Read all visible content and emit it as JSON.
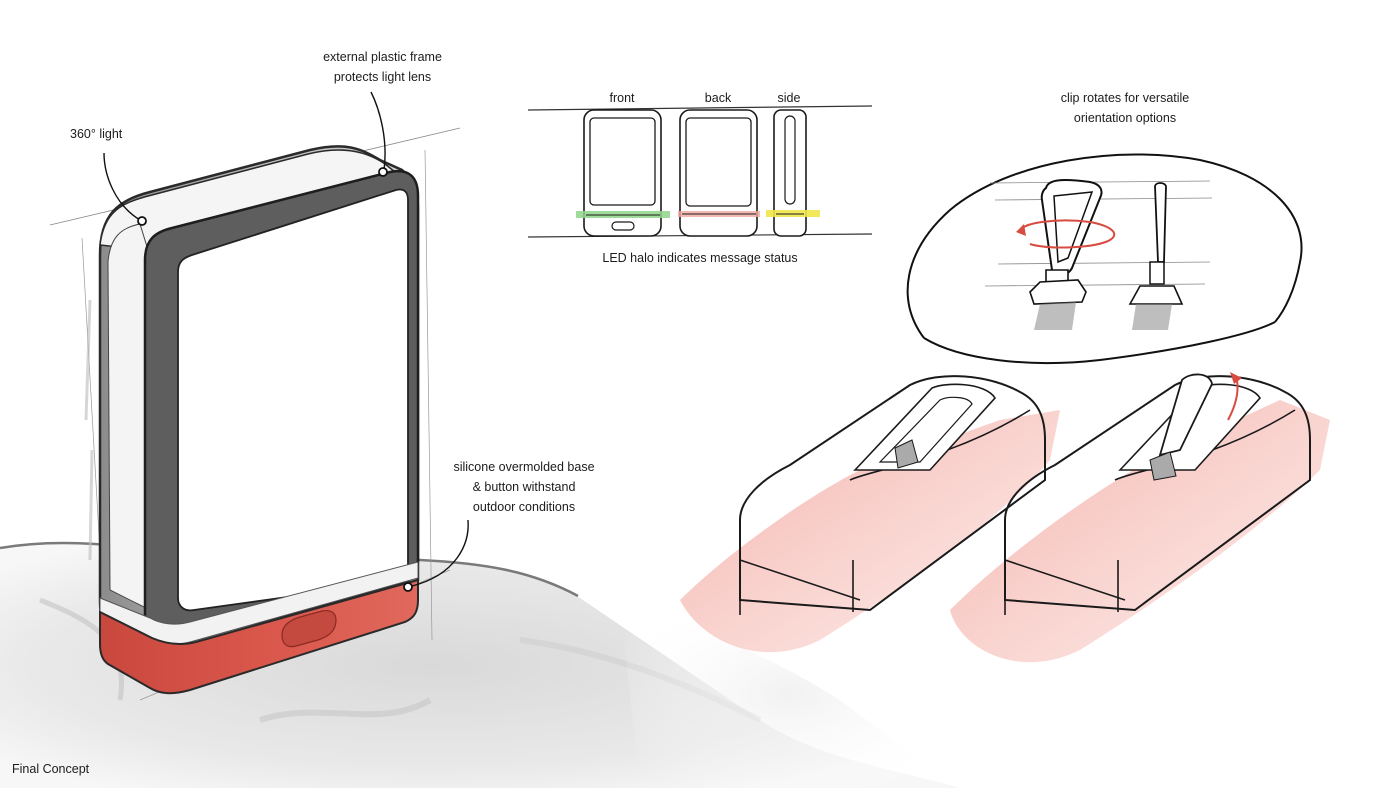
{
  "callouts": {
    "light": {
      "line1": "360° light"
    },
    "frame": {
      "line1": "external plastic frame",
      "line2": "protects light lens"
    },
    "base": {
      "line1": "silicone overmolded base",
      "line2": "& button withstand",
      "line3": "outdoor conditions"
    },
    "clip": {
      "line1": "clip rotates for versatile",
      "line2": "orientation options"
    },
    "led": {
      "caption": "LED halo indicates message status"
    }
  },
  "views": {
    "front": "front",
    "back": "back",
    "side": "side"
  },
  "footer": {
    "title": "Final Concept"
  },
  "colors": {
    "silicone_red": "#d9564b",
    "frame_gray": "#5e5e5e",
    "halo_front": "#8fd58a",
    "halo_back": "#f2a8a3",
    "halo_side": "#f1e64a",
    "marker_red": "#f3a39a"
  }
}
